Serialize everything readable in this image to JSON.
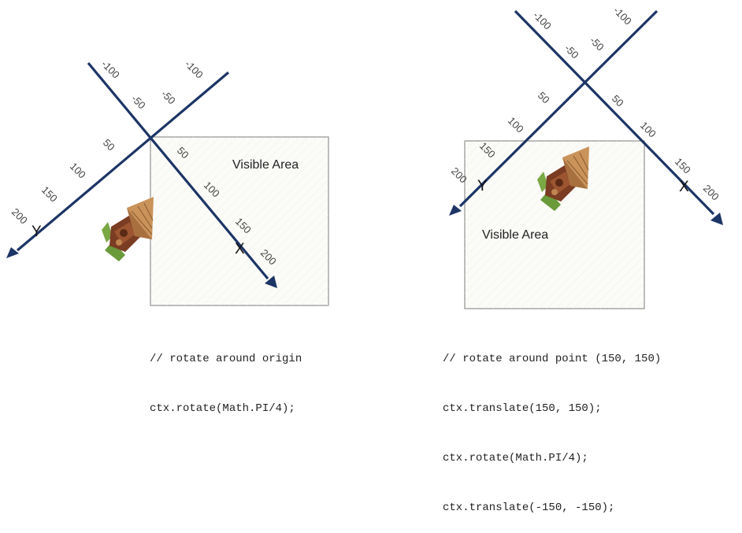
{
  "panels": [
    {
      "id": "left",
      "area_label": "Visible Area",
      "axis_x_label": "X",
      "axis_y_label": "Y",
      "tick_labels": [
        "-100",
        "-50",
        "50",
        "100",
        "150",
        "200"
      ],
      "code_lines": [
        "// rotate around origin",
        "ctx.rotate(Math.PI/4);"
      ]
    },
    {
      "id": "right",
      "area_label": "Visible Area",
      "axis_x_label": "X",
      "axis_y_label": "Y",
      "tick_labels": [
        "-100",
        "-50",
        "50",
        "100",
        "150",
        "200"
      ],
      "code_lines": [
        "// rotate around point (150, 150)",
        "ctx.translate(150, 150);",
        "ctx.rotate(Math.PI/4);",
        "ctx.translate(-150, -150);"
      ]
    }
  ],
  "colors": {
    "axis": "#1c3566",
    "area_border": "#8f8f8f",
    "area_fill": "#fbfbf8",
    "text": "#222222"
  },
  "icons": [
    "house-illustration"
  ]
}
